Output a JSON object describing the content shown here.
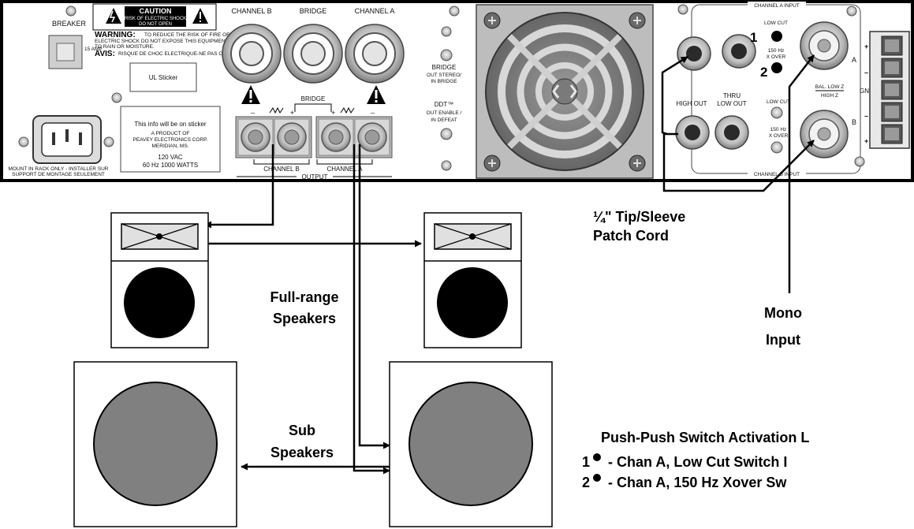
{
  "panel": {
    "breaker": "BREAKER",
    "amp_rating": "15 AMP",
    "caution_title": "CAUTION",
    "caution_sub1": "RISK OF ELECTRIC SHOCK",
    "caution_sub2": "DO NOT OPEN",
    "warning_word": "WARNING:",
    "warning_text1": "TO REDUCE THE RISK OF FIRE OR",
    "warning_text2": "ELECTRIC SHOCK DO NOT EXPOSE THIS EQUIPMENT",
    "warning_text3": "TO RAIN OR MOISTURE.",
    "avis_word": "AVIS:",
    "avis_text": "RISQUE DE CHOC ELECTRIQUE-NE PAS OUVRIR.",
    "ul_sticker": "UL Sticker",
    "sticker_info": "This info will be on sticker",
    "product_line1": "A PRODUCT OF",
    "product_line2": "PEAVEY ELECTRONICS CORP.",
    "product_line3": "MERIDIAN, MS.",
    "power_line1": "120 VAC",
    "power_line2": "60 Hz  1000 WATTS",
    "mount_line1": "MOUNT IN RACK ONLY - INSTALLER SUR",
    "mount_line2": "SUPPORT DE MONTAGE SEULEMENT",
    "channel_b": "CHANNEL B",
    "bridge": "BRIDGE",
    "channel_a": "CHANNEL A",
    "bridge_small": "BRIDGE",
    "output": "OUTPUT",
    "bridge_switch1": "BRIDGE",
    "bridge_switch2": "OUT STEREO/",
    "bridge_switch3": "IN BRIDGE",
    "ddt1": "DDT™",
    "ddt2": "OUT ENABLE /",
    "ddt3": "IN DEFEAT",
    "channel_a_input": "CHANNEL A INPUT",
    "channel_b_input": "CHANNEL B INPUT",
    "low_cut": "LOW CUT",
    "xover1": "150 Hz",
    "xover2": "X OVER",
    "high_out": "HIGH OUT",
    "thru1": "THRU",
    "thru2": "LOW OUT",
    "bal_low_z": "BAL. LOW Z",
    "high_z": "HIGH Z",
    "gnd": "GND",
    "jack_a": "A",
    "jack_b": "B",
    "plus": "+",
    "minus": "–"
  },
  "labels": {
    "patch_line1": "¼\" Tip/Sleeve",
    "patch_line2": "Patch Cord",
    "mono_line1": "Mono",
    "mono_line2": "Input",
    "full_line1": "Full-range",
    "full_line2": "Speakers",
    "sub_line1": "Sub",
    "sub_line2": "Speakers",
    "num1": "1",
    "num2": "2"
  },
  "legend": {
    "title": "Push-Push Switch Activation L",
    "item1_num": "1",
    "item1_text": "- Chan A, Low Cut Switch I",
    "item2_num": "2",
    "item2_text": "- Chan A, 150 Hz Xover Sw"
  }
}
